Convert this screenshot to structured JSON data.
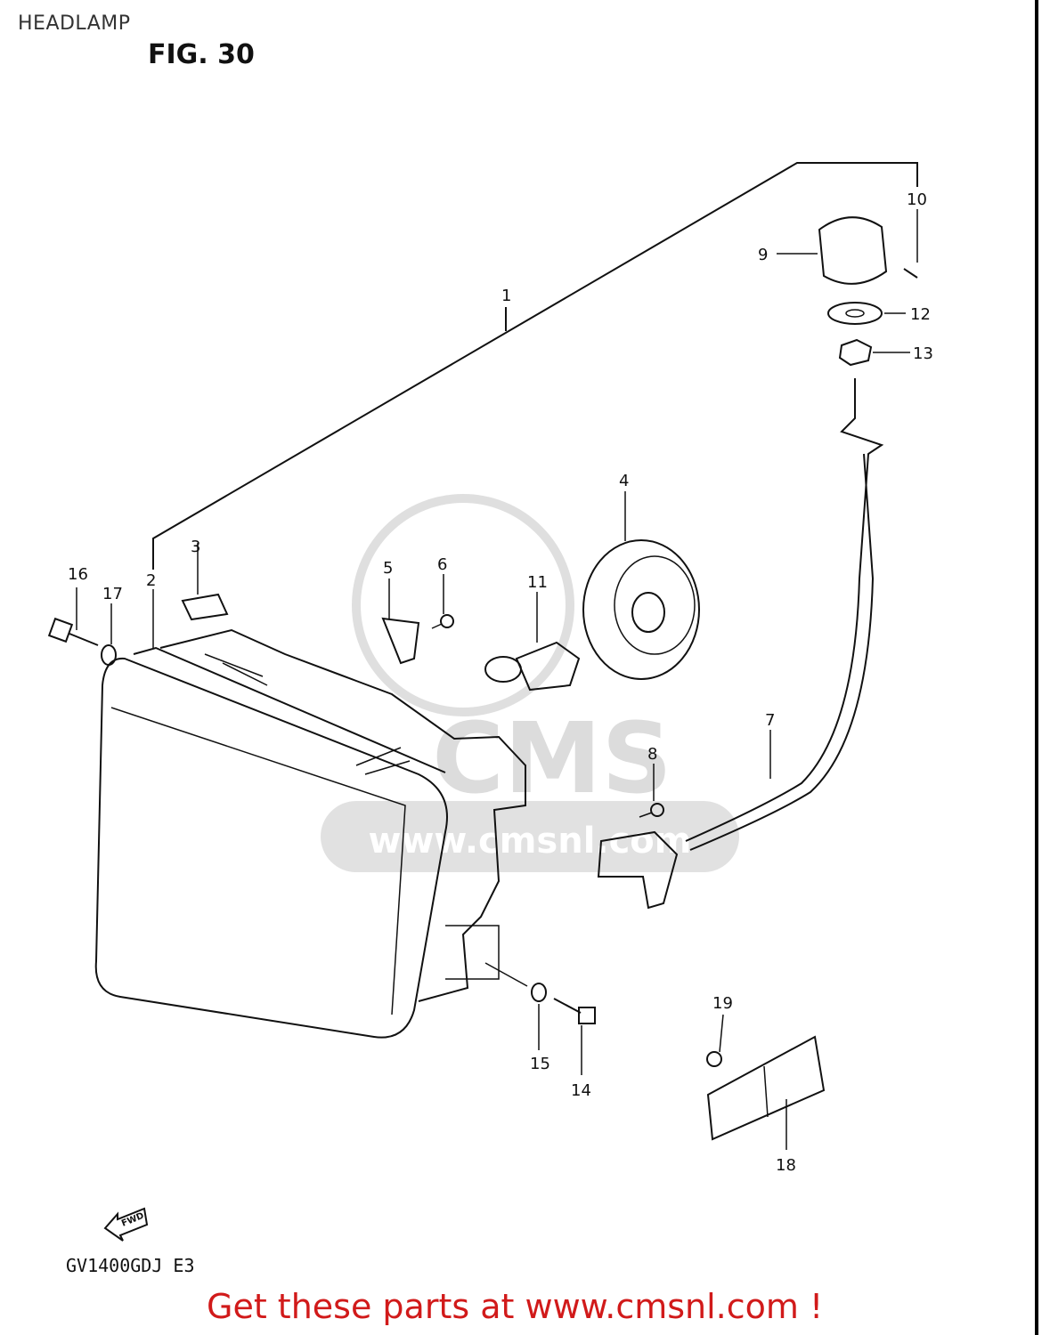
{
  "header": {
    "title": "HEADLAMP",
    "figure": "FIG. 30"
  },
  "footer": {
    "model": "GV1400GDJ  E3",
    "cta": "Get these parts at www.cmsnl.com !",
    "fwd_badge": "FWD"
  },
  "watermark": {
    "brand": "CMS",
    "url": "www.cmsnl.com"
  },
  "callouts": [
    {
      "num": "1"
    },
    {
      "num": "2"
    },
    {
      "num": "3"
    },
    {
      "num": "4"
    },
    {
      "num": "5"
    },
    {
      "num": "6"
    },
    {
      "num": "7"
    },
    {
      "num": "8"
    },
    {
      "num": "9"
    },
    {
      "num": "10"
    },
    {
      "num": "11"
    },
    {
      "num": "12"
    },
    {
      "num": "13"
    },
    {
      "num": "14"
    },
    {
      "num": "15"
    },
    {
      "num": "16"
    },
    {
      "num": "17"
    },
    {
      "num": "18"
    },
    {
      "num": "19"
    }
  ],
  "colors": {
    "cta": "#d11a1a",
    "ink": "#111111",
    "watermark": "#d9d9d9"
  }
}
